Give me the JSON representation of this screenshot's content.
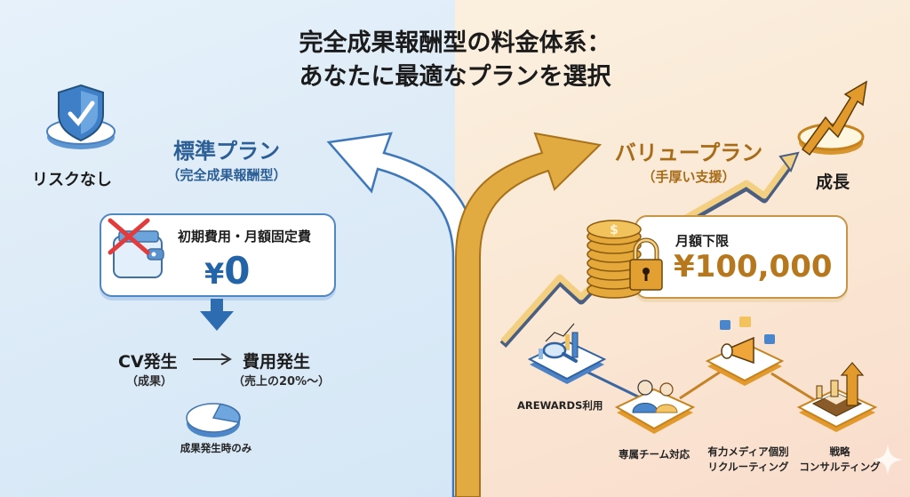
{
  "title": {
    "line1": "完全成果報酬型の料金体系：",
    "line2": "あなたに最適なプランを選択"
  },
  "colors": {
    "standard_accent": "#2c5f96",
    "value_accent": "#a86b18",
    "left_background": "#dbeaf7",
    "right_background": "#fae6d2"
  },
  "standard_plan": {
    "icon_shield": "shield-check-icon",
    "risk_label": "リスクなし",
    "name": "標準プラン",
    "subtitle": "（完全成果報酬型）",
    "card": {
      "icon": "wallet-crossed-icon",
      "label": "初期費用・月額固定費",
      "price_symbol": "¥",
      "price_value": "0"
    },
    "flow": {
      "from_label": "CV発生",
      "from_sub": "（成果）",
      "to_label": "費用発生",
      "to_sub": "（売上の20%〜）"
    },
    "pie_caption": "成果発生時のみ"
  },
  "value_plan": {
    "icon_growth": "growth-arrow-icon",
    "growth_label": "成長",
    "name": "バリュープラン",
    "subtitle": "（手厚い支援）",
    "card": {
      "icon": "coins-lock-icon",
      "label": "月額下限",
      "price": "¥100,000"
    },
    "services": [
      {
        "icon": "analytics-magnifier-icon",
        "label": "AREWARDS利用"
      },
      {
        "icon": "support-team-icon",
        "label": "専属チーム対応"
      },
      {
        "icon": "megaphone-icon",
        "label_line1": "有力メディア個別",
        "label_line2": "リクルーティング"
      },
      {
        "icon": "chess-strategy-icon",
        "label_line1": "戦略",
        "label_line2": "コンサルティング"
      }
    ]
  }
}
